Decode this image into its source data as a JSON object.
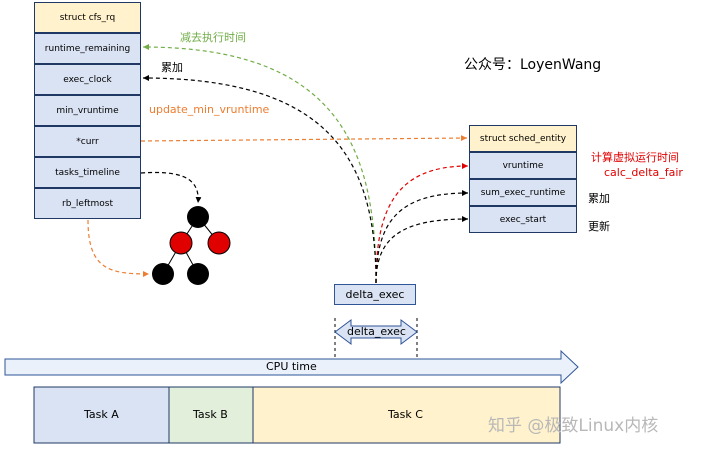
{
  "cfs_rq": {
    "header": "struct cfs_rq",
    "fields": [
      "runtime_remaining",
      "exec_clock",
      "min_vruntime",
      "*curr",
      "tasks_timeline",
      "rb_leftmost"
    ]
  },
  "sched_entity": {
    "header": "struct sched_entity",
    "fields": [
      "vruntime",
      "sum_exec_runtime",
      "exec_start"
    ]
  },
  "labels": {
    "subtract_time": "减去执行时间",
    "accumulate_1": "累加",
    "update_min_vruntime": "update_min_vruntime",
    "calc_virtual_time": "计算虚拟运行时间",
    "calc_delta_fair": "calc_delta_fair",
    "accumulate_2": "累加",
    "update": "更新",
    "account": "公众号：LoyenWang",
    "delta_exec_box": "delta_exec",
    "delta_exec_arrow": "delta_exec",
    "cpu_time": "CPU time"
  },
  "tasks": [
    "Task A",
    "Task B",
    "Task C"
  ],
  "watermark": "知乎 @极致Linux内核",
  "colors": {
    "header_fill": "#fff2cc",
    "field_fill": "#dae3f3",
    "border": "#1f3864",
    "green": "#70ad47",
    "orange": "#ed7d31",
    "red": "#e00000",
    "task_a": "#dae3f3",
    "task_b": "#e2efda",
    "task_c": "#fff2cc"
  }
}
